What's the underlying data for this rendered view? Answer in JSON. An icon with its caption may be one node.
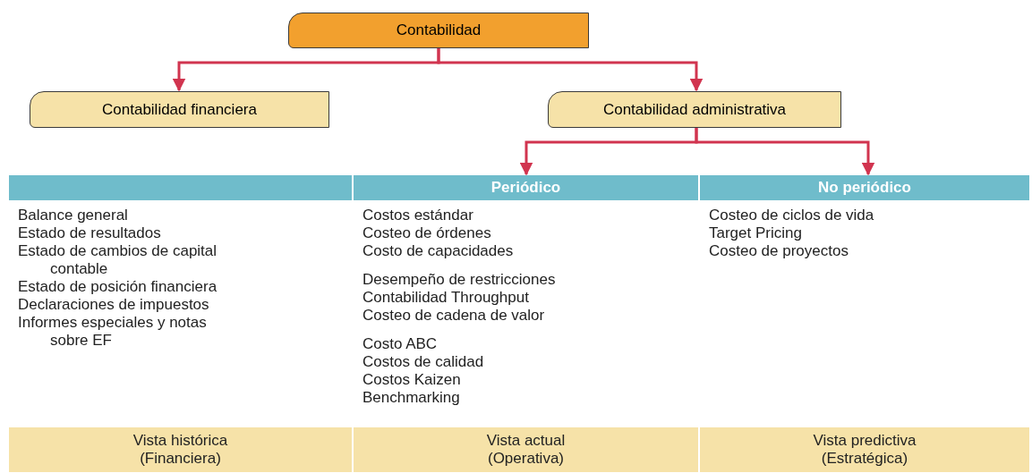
{
  "diagram": {
    "nodes": [
      {
        "text": [
          "Contabilidad"
        ]
      },
      {
        "text": [
          "Contabilidad financiera"
        ]
      },
      {
        "text": [
          "Contabilidad administrativa"
        ]
      },
      {
        "text": [],
        "shape": "bar"
      },
      {
        "text": [
          "Periódico"
        ]
      },
      {
        "text": [
          "No periódico"
        ]
      }
    ],
    "edges": [
      {
        "from": 0,
        "to": 1,
        "arrow": "to"
      },
      {
        "from": 0,
        "to": 2,
        "arrow": "to"
      },
      {
        "from": 2,
        "to": 4,
        "arrow": "to"
      },
      {
        "from": 2,
        "to": 5,
        "arrow": "to"
      }
    ],
    "labels": [
      "Balance general",
      "Estado de resultados",
      "Estado de cambios de capital contable",
      "Estado de posición financiera",
      "Declaraciones de impuestos",
      "Informes especiales y notas sobre EF",
      "Costos estándar",
      "Costeo de órdenes",
      "Costo de capacidades",
      "Desempeño de restricciones",
      "Contabilidad Throughput",
      "Costeo de cadena de valor",
      "Costo ABC",
      "Costos de calidad",
      "Costos Kaizen",
      "Benchmarking",
      "Costeo de ciclos de vida",
      "Target Pricing",
      "Costeo de proyectos",
      "Vista histórica",
      "(Financiera)",
      "Vista actual",
      "(Operativa)",
      "Vista predictiva",
      "(Estratégica)"
    ]
  }
}
